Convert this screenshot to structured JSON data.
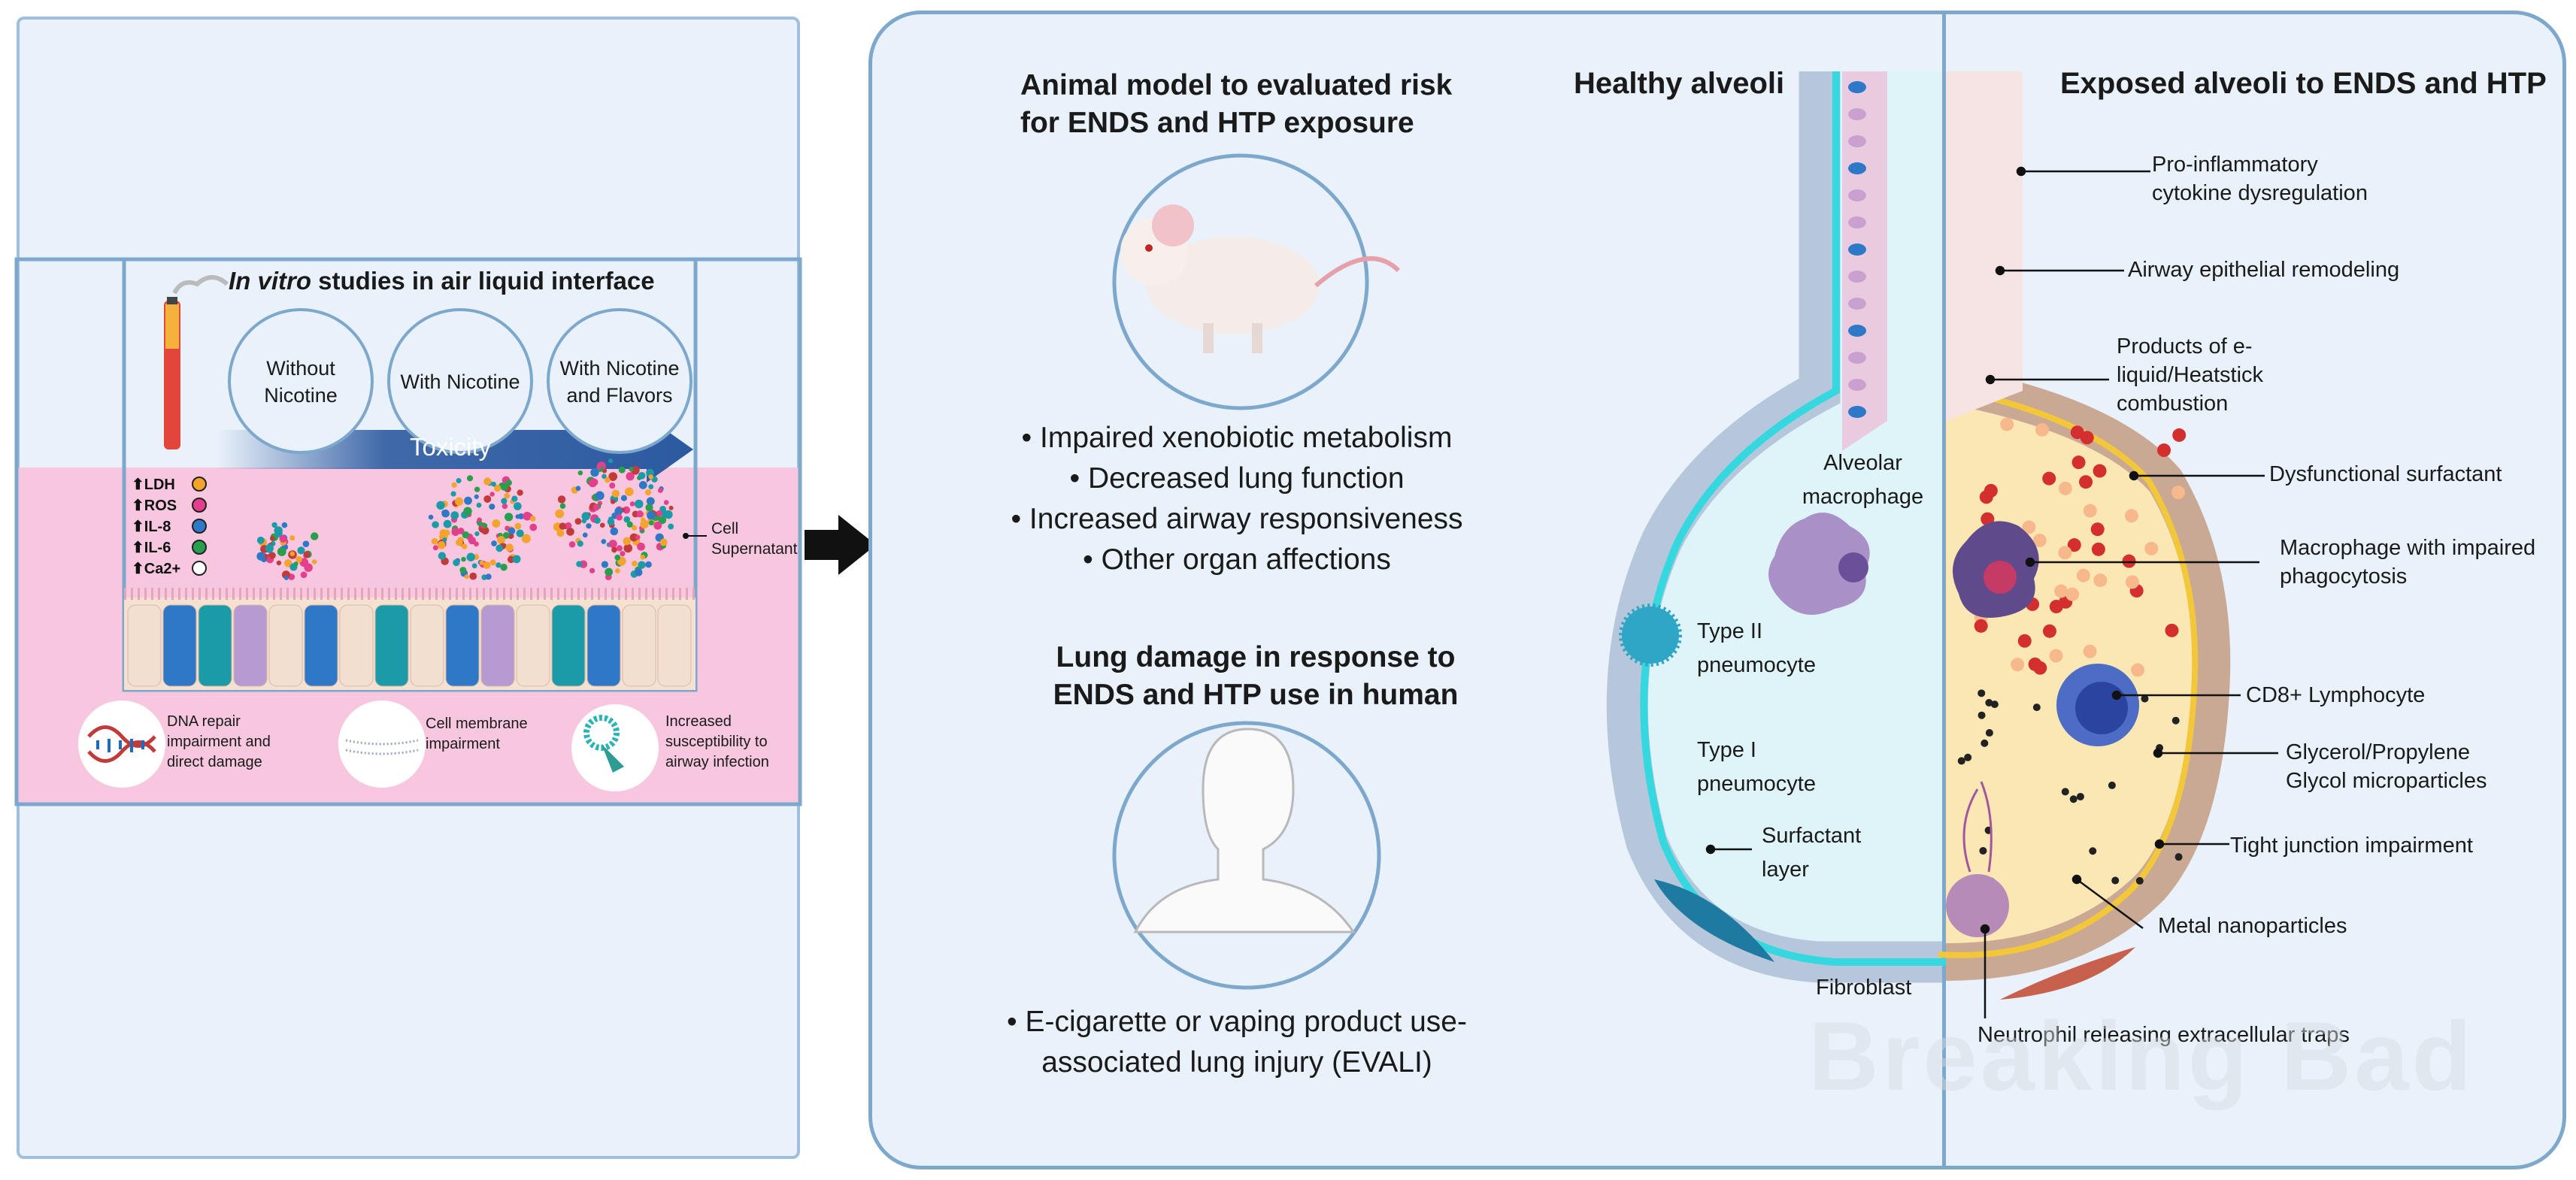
{
  "left": {
    "title_italic": "In vitro",
    "title_rest": " studies in air liquid interface",
    "conditions": [
      "Without Nicotine",
      "With Nicotine",
      "With Nicotine and Flavors"
    ],
    "toxicity_label": "Toxicity",
    "markers": [
      "LDH",
      "ROS",
      "IL-8",
      "IL-6",
      "Ca2+"
    ],
    "marker_colors": [
      "#f4a32c",
      "#e43f8c",
      "#2e78c7",
      "#2a9e4f",
      "#ffffff"
    ],
    "supernatant_label": "Cell Supernatant",
    "effects": [
      {
        "text": "DNA repair impairment and direct damage",
        "icon": "dna-icon"
      },
      {
        "text": "Cell membrane impairment",
        "icon": "membrane-icon"
      },
      {
        "text": "Increased susceptibility to airway infection",
        "icon": "virus-icon"
      }
    ]
  },
  "middle": {
    "animal_title": "Animal model to evaluated risk for ENDS and HTP exposure",
    "animal_bullets": [
      "• Impaired xenobiotic metabolism",
      "• Decreased lung function",
      "• Increased airway responsiveness",
      "• Other organ affections"
    ],
    "human_title": "Lung damage in response to ENDS and HTP use in human",
    "human_bullets": [
      "• E-cigarette or vaping product use-associated lung injury (EVALI)"
    ]
  },
  "healthy": {
    "title": "Healthy alveoli",
    "labels": {
      "macrophage": "Alveolar macrophage",
      "type2": "Type II pneumocyte",
      "type1": "Type I pneumocyte",
      "surfactant": "Surfactant layer",
      "fibroblast": "Fibroblast"
    }
  },
  "exposed": {
    "title": "Exposed alveoli to ENDS and HTP",
    "labels": [
      "Pro-inflammatory cytokine dysregulation",
      "Airway epithelial remodeling",
      "Products of e-liquid/Heatstick combustion",
      "Dysfunctional surfactant",
      "Macrophage with impaired phagocytosis",
      "CD8+ Lymphocyte",
      "Glycerol/Propylene Glycol microparticles",
      "Tight junction impairment",
      "Metal nanoparticles",
      "Neutrophil releasing extracellular traps"
    ]
  },
  "watermark": "Breaking Bad",
  "colors": {
    "panel_bg": "#e9f1fa",
    "panel_border": "#7ea7cc",
    "pink_zone": "#f7c6df",
    "arrow_blue": "#2c5aa0",
    "surfactant": "#36d8e0"
  }
}
